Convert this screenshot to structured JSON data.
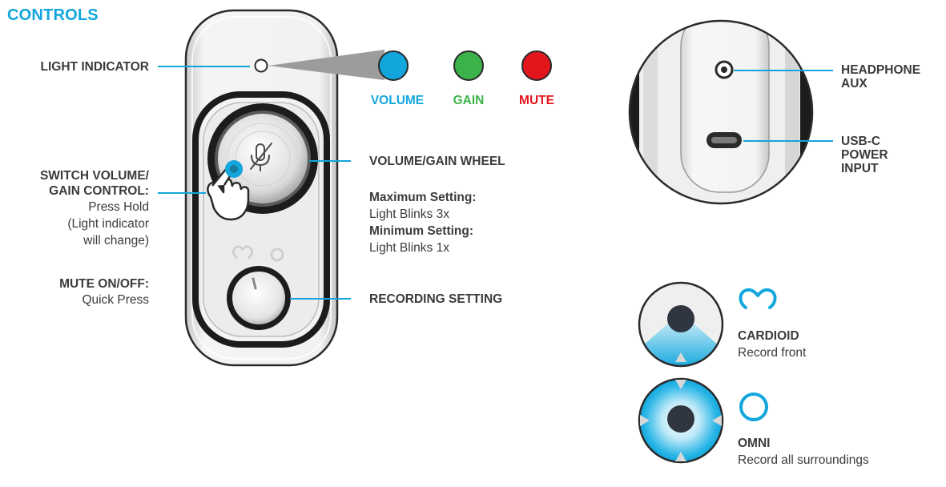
{
  "title": "CONTROLS",
  "left_labels": {
    "light_indicator": "LIGHT INDICATOR",
    "switch_title_1": "SWITCH VOLUME/",
    "switch_title_2": "GAIN CONTROL:",
    "switch_desc_1": "Press Hold",
    "switch_desc_2": "(Light indicator",
    "switch_desc_3": "will change)",
    "mute_title": "MUTE ON/OFF:",
    "mute_desc": "Quick Press"
  },
  "indicator_colors": [
    {
      "label": "VOLUME",
      "color": "#12a6dc"
    },
    {
      "label": "GAIN",
      "color": "#3bb34a"
    },
    {
      "label": "MUTE",
      "color": "#e3161d"
    }
  ],
  "wheel": {
    "title": "VOLUME/GAIN WHEEL",
    "max_label": "Maximum Setting:",
    "max_value": "Light Blinks 3x",
    "min_label": "Minimum Setting:",
    "min_value": "Light Blinks 1x"
  },
  "recording_setting": "RECORDING SETTING",
  "ports": {
    "headphone_1": "HEADPHONE",
    "headphone_2": "AUX",
    "usb_1": "USB-C",
    "usb_2": "POWER",
    "usb_3": "INPUT"
  },
  "modes": [
    {
      "name": "CARDIOID",
      "desc": "Record front"
    },
    {
      "name": "OMNI",
      "desc": "Record all surroundings"
    }
  ],
  "colors": {
    "accent": "#12a6dc",
    "text": "#3b3b3b",
    "device": "#f2f2f2",
    "device_dark": "#1c1c1c"
  }
}
